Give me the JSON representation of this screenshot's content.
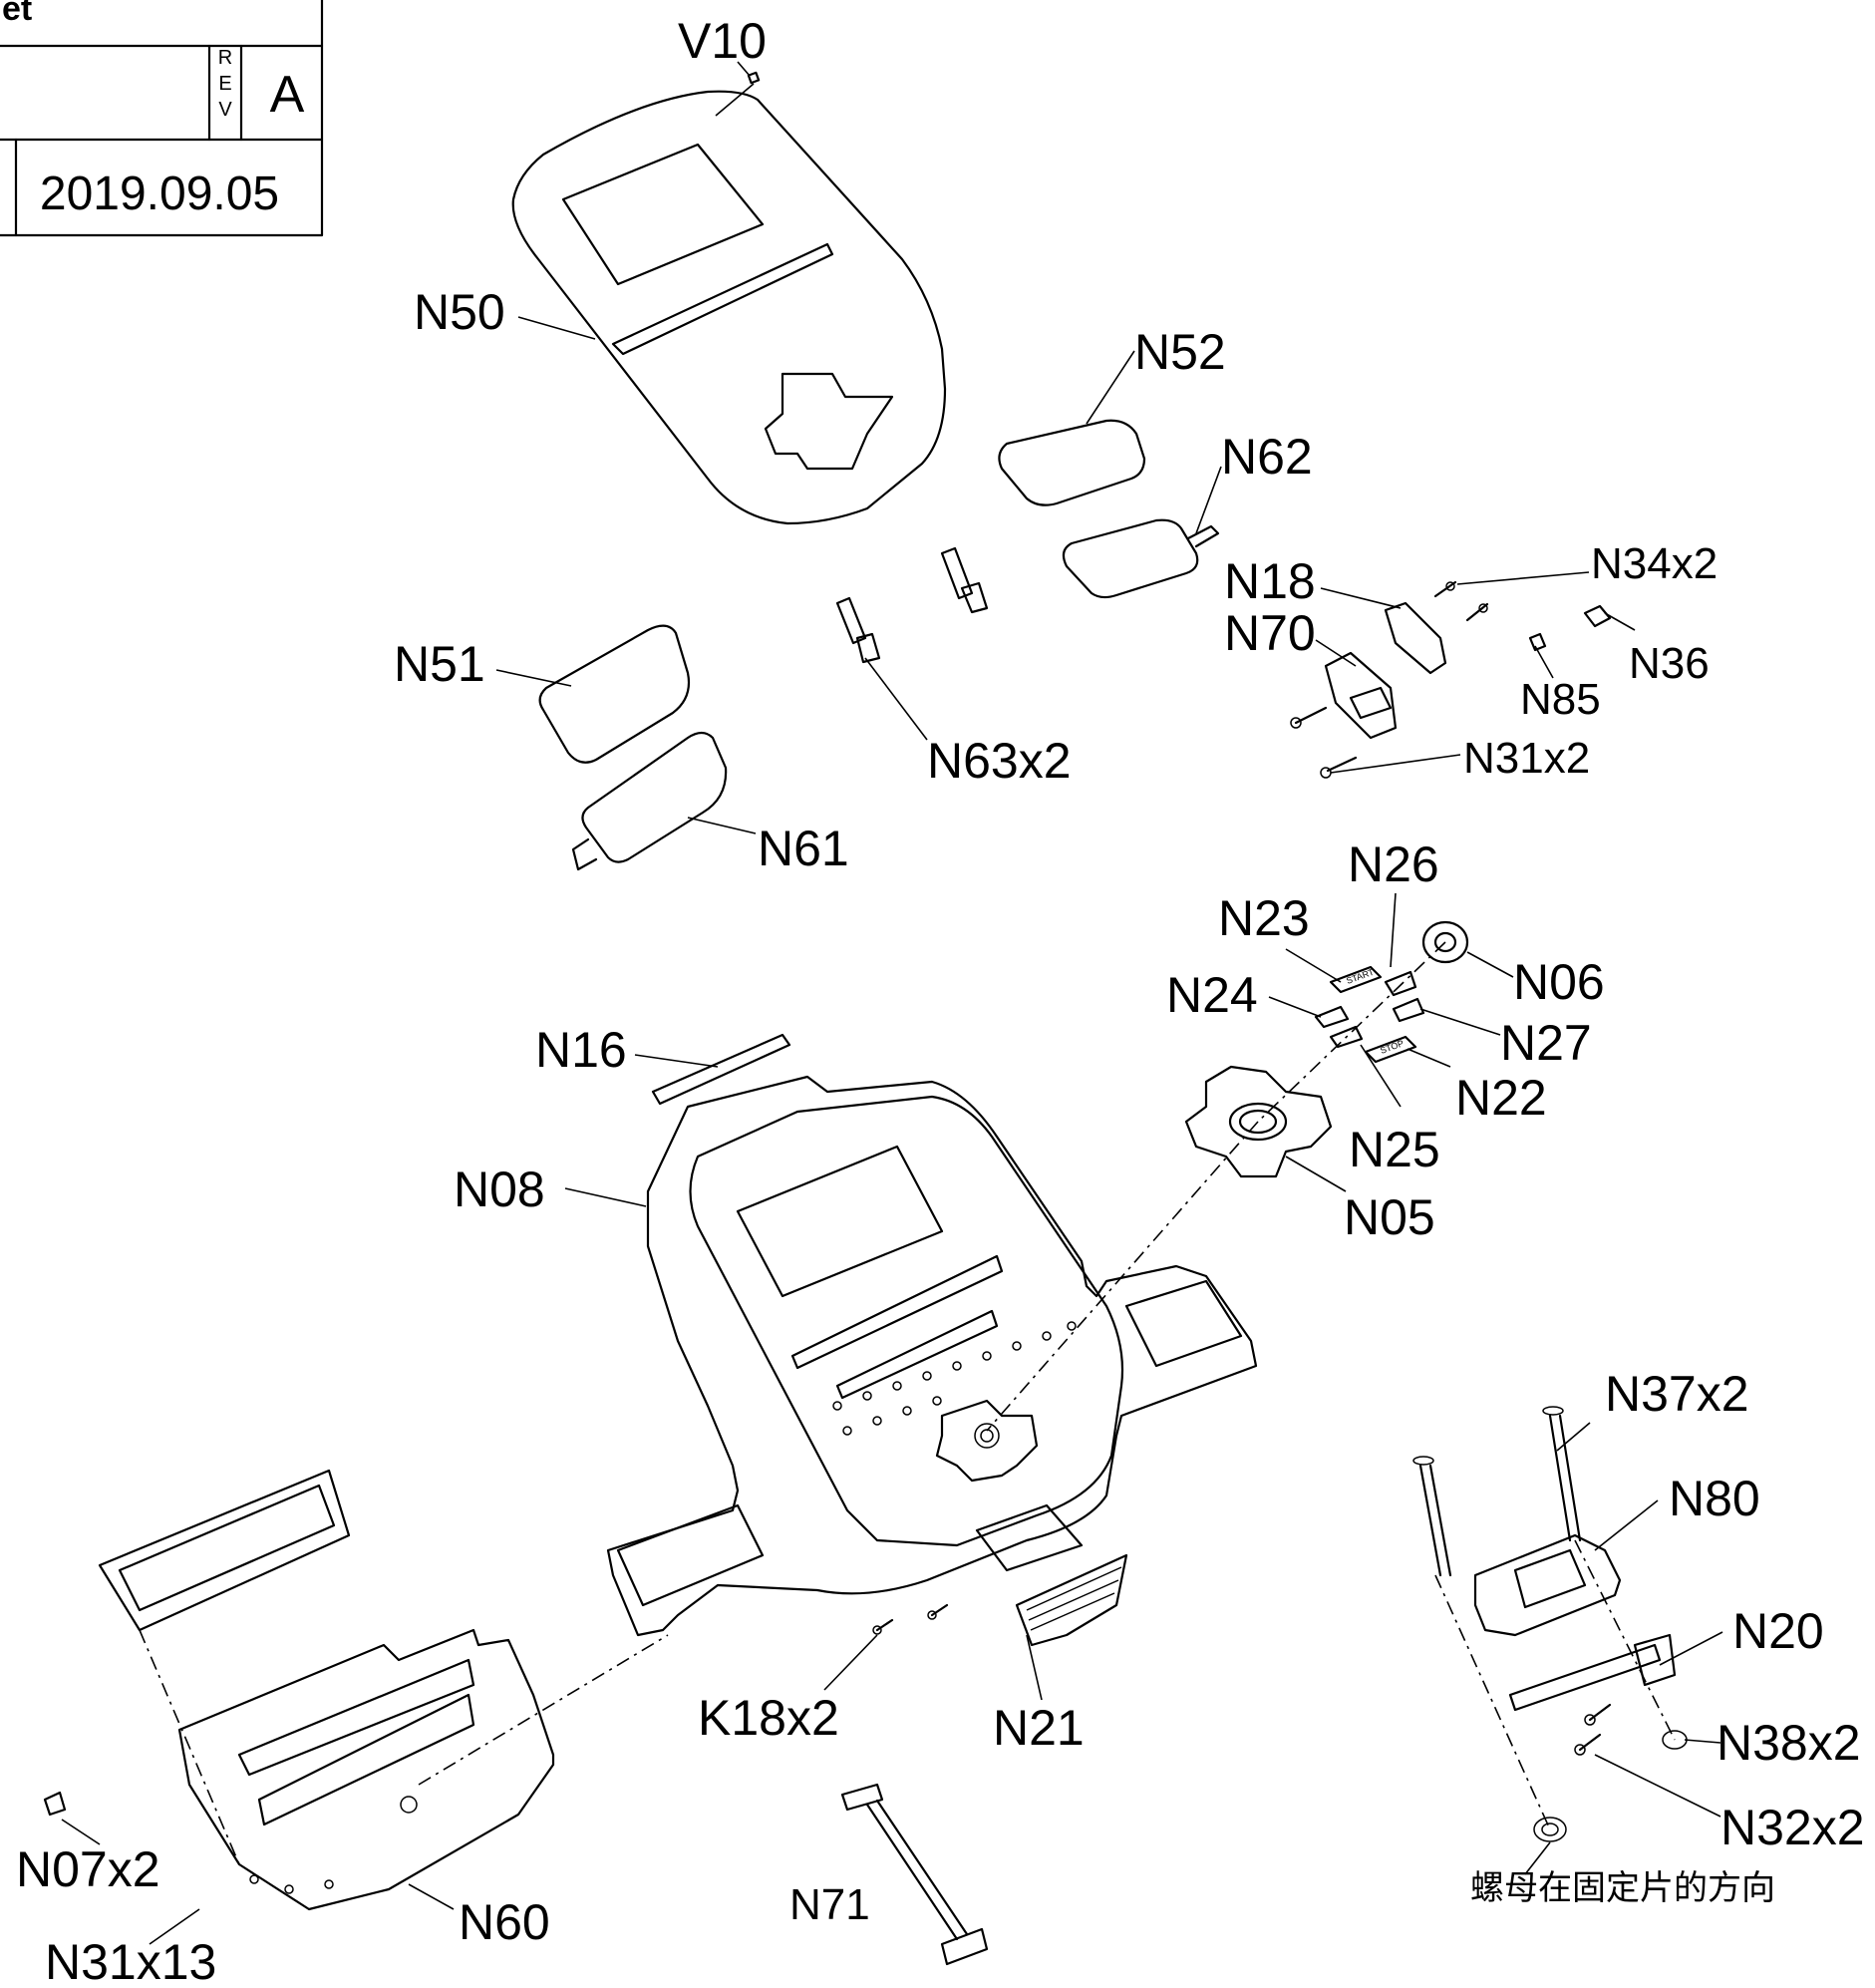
{
  "title_block": {
    "header_fragment": "et",
    "rev_label": "REV",
    "rev_value": "A",
    "date_value": "2019.09.05"
  },
  "callouts": {
    "V10": "V10",
    "N50": "N50",
    "N52": "N52",
    "N62": "N62",
    "N18": "N18",
    "N70": "N70",
    "N34x2": "N34x2",
    "N36": "N36",
    "N85": "N85",
    "N31x2": "N31x2",
    "N51": "N51",
    "N63x2": "N63x2",
    "N61": "N61",
    "N26": "N26",
    "N23": "N23",
    "N24": "N24",
    "N06": "N06",
    "N27": "N27",
    "N22": "N22",
    "N25": "N25",
    "N05": "N05",
    "N16": "N16",
    "N08": "N08",
    "N37x2": "N37x2",
    "N80": "N80",
    "N20": "N20",
    "N38x2": "N38x2",
    "N32x2": "N32x2",
    "K18x2": "K18x2",
    "N21": "N21",
    "N71": "N71",
    "N07x2": "N07x2",
    "N60": "N60",
    "N31x13": "N31x13"
  },
  "note_cn": "螺母在固定片的方向",
  "key_labels": {
    "start": "START",
    "stop": "STOP"
  }
}
